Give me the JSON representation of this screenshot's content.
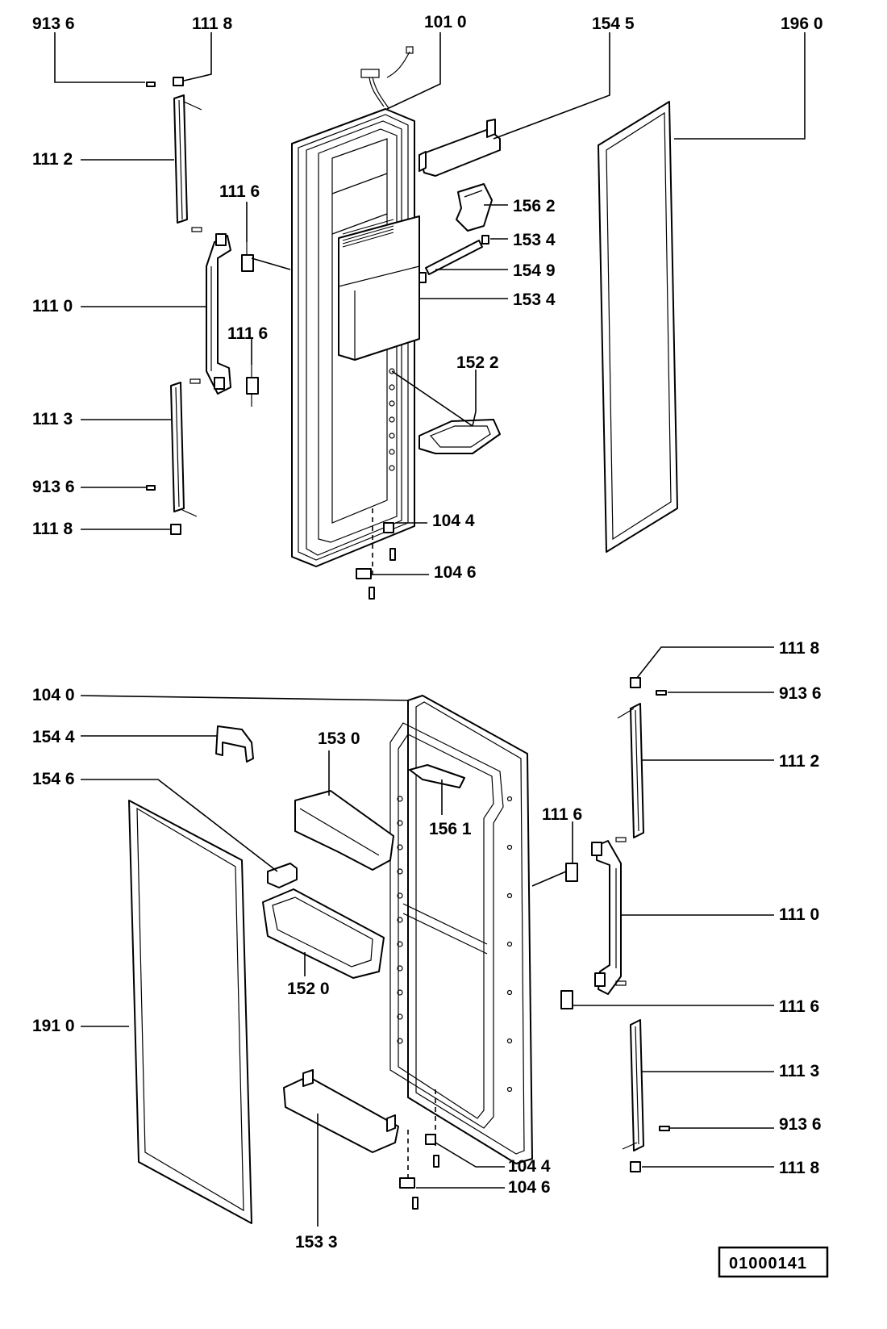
{
  "top_assembly": {
    "labels": {
      "c9136_a": "913 6",
      "c1118_a": "111 8",
      "c1010": "101 0",
      "c1545": "154 5",
      "c1960": "196 0",
      "c1112": "111 2",
      "c1116_a": "111 6",
      "c1562": "156 2",
      "c1534_a": "153 4",
      "c1549": "154 9",
      "c1534_b": "153 4",
      "c1110": "111 0",
      "c1116_b": "111 6",
      "c1522": "152 2",
      "c1113": "111 3",
      "c9136_b": "913 6",
      "c1118_b": "111 8",
      "c1044": "104 4",
      "c1046": "104 6"
    }
  },
  "bottom_assembly": {
    "labels": {
      "c1118_a": "111 8",
      "c1040": "104 0",
      "c9136_a": "913 6",
      "c1544": "154 4",
      "c1530": "153 0",
      "c1112": "111 2",
      "c1546": "154 6",
      "c1561": "156 1",
      "c1116_a": "111 6",
      "c1110": "111 0",
      "c1520": "152 0",
      "c1910": "191 0",
      "c1116_b": "111 6",
      "c1113": "111 3",
      "c9136_b": "913 6",
      "c1044": "104 4",
      "c1046": "104 6",
      "c1118_b": "111 8",
      "c1533": "153 3"
    }
  },
  "drawing_number": "01000141"
}
